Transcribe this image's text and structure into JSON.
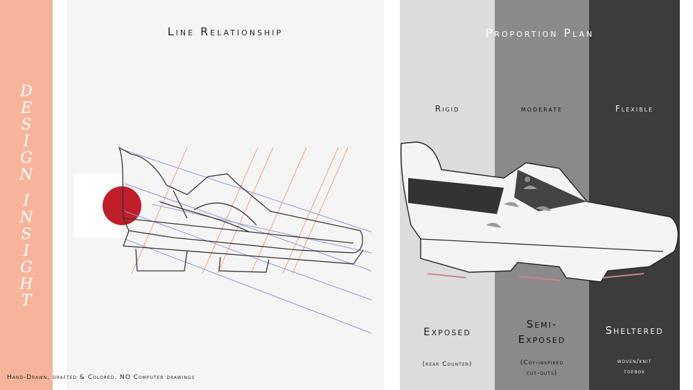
{
  "sidebar": {
    "title": "DESIGN INSIGHT",
    "color": "#f8b39b"
  },
  "left": {
    "title": "Line Relationship",
    "footer": "Hand-Drawn, drafted & Colored. NO Computer drawings",
    "accent_circle_color": "#c01f2a"
  },
  "right": {
    "title": "Proportion Plan",
    "columns": [
      {
        "heading": "Rigid",
        "zone": "Exposed",
        "zone_line2": "",
        "note": "(rear Counter)",
        "note_line2": "",
        "color": "#dcdcdb"
      },
      {
        "heading": "moderate",
        "zone": "Semi-",
        "zone_line2": "Exposed",
        "note": "(Coy-inspired",
        "note_line2": "cut-outs)",
        "color": "#8a8a8a"
      },
      {
        "heading": "Flexible",
        "zone": "Sheltered",
        "zone_line2": "",
        "note": "woven/knit",
        "note_line2": "toebox",
        "color": "#3c3c3c"
      }
    ]
  }
}
